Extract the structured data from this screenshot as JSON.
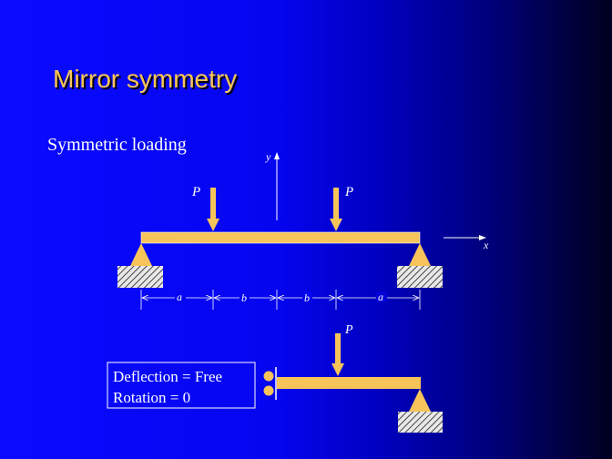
{
  "title": "Mirror symmetry",
  "subtitle": "Symmetric loading",
  "diagram": {
    "load_label": "P",
    "y_axis_label": "y",
    "x_axis_label": "x",
    "dimensions": [
      "a",
      "b",
      "b",
      "a"
    ]
  },
  "half_model": {
    "load_label": "P",
    "boundary_conditions": [
      "Deflection = Free",
      "Rotation = 0"
    ]
  },
  "colors": {
    "beam": "#f7c45a",
    "title": "#f7c45a",
    "line": "#ffffff"
  }
}
